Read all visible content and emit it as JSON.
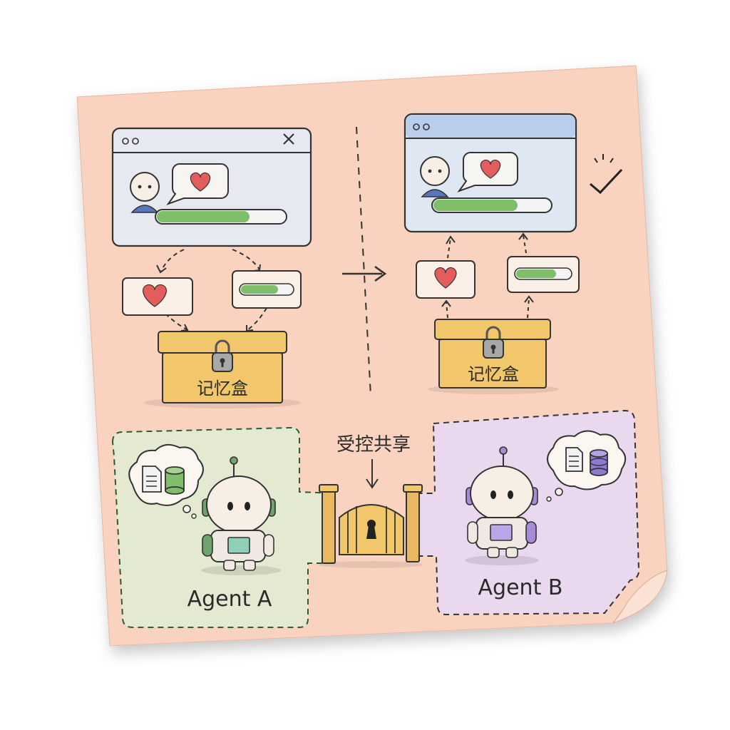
{
  "left_panel": {
    "memory_box_label": "记忆盒"
  },
  "right_panel": {
    "memory_box_label": "记忆盒"
  },
  "gate": {
    "label": "受控共享"
  },
  "agents": [
    {
      "name": "Agent A",
      "color": "#7fae7a",
      "zone_color": "#e4ead2"
    },
    {
      "name": "Agent B",
      "color": "#a78bd6",
      "zone_color": "#ead9ee"
    }
  ],
  "colors": {
    "note_paper": "#f9d3bf",
    "window_left": "#e6e9ef",
    "window_right": "#dfe7f2",
    "progress_fill": "#7fbf6a",
    "heart": "#e35d5d",
    "box": "#f2c66a",
    "lock": "#9a9a9a"
  }
}
